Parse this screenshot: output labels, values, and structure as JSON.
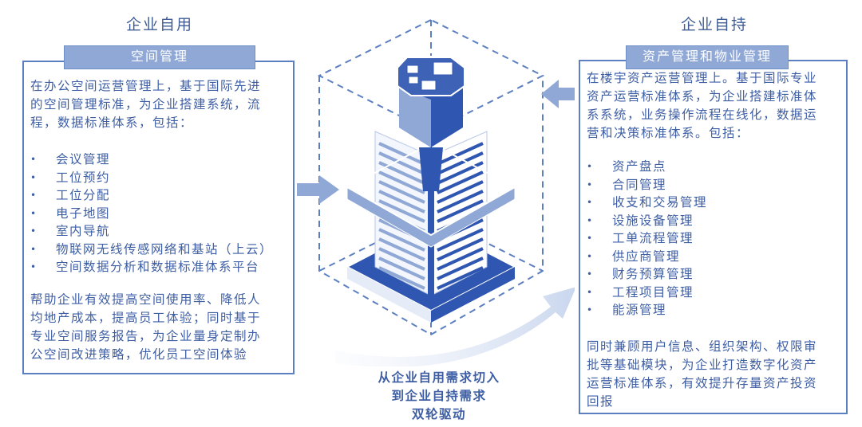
{
  "left": {
    "column_title": "企业自用",
    "panel_title": "空间管理",
    "intro": [
      "在办公空间运营管理上，基于国际先进",
      "的空间管理标准，为企业搭建系统，流",
      "程，数据标准体系，包括："
    ],
    "items": [
      "会议管理",
      "工位预约",
      "工位分配",
      "电子地图",
      "室内导航",
      "物联网无线传感网络和基站（上云）",
      "空间数据分析和数据标准体系平台"
    ],
    "summary": [
      "帮助企业有效提高空间使用率、降低人",
      "均地产成本，提高员工体验；同时基于",
      "专业空间服务报告，为企业量身定制办",
      "公空间改进策略，优化员工空间体验"
    ]
  },
  "right": {
    "column_title": "企业自持",
    "panel_title": "资产管理和物业管理",
    "intro": [
      "在楼宇资产运营管理上。基于国际专业",
      "资产运营标准体系，为企业搭建标准体",
      "系系统，业务操作流程在线化，数据运",
      "营和决策标准体系。包括："
    ],
    "items": [
      "资产盘点",
      "合同管理",
      "收支和交易管理",
      "设施设备管理",
      "工单流程管理",
      "供应商管理",
      "财务预算管理",
      "工程项目管理",
      "能源管理"
    ],
    "summary": [
      "同时兼顾用户信息、组织架构、权限审",
      "批等基础模块，为企业打造数字化资产",
      "运营标准体系，有效提升存量资产投资",
      "回报"
    ]
  },
  "center": {
    "icon": "building-tower-icon",
    "caption": [
      "从企业自用需求切入",
      "到企业自持需求",
      "双轮驱动"
    ]
  },
  "bullet_glyph": "•",
  "colors": {
    "primary": "#3e5ea4",
    "border": "#5b7fc1",
    "header_fill": "#8fa8d6",
    "dark_blue": "#2f56b0"
  }
}
